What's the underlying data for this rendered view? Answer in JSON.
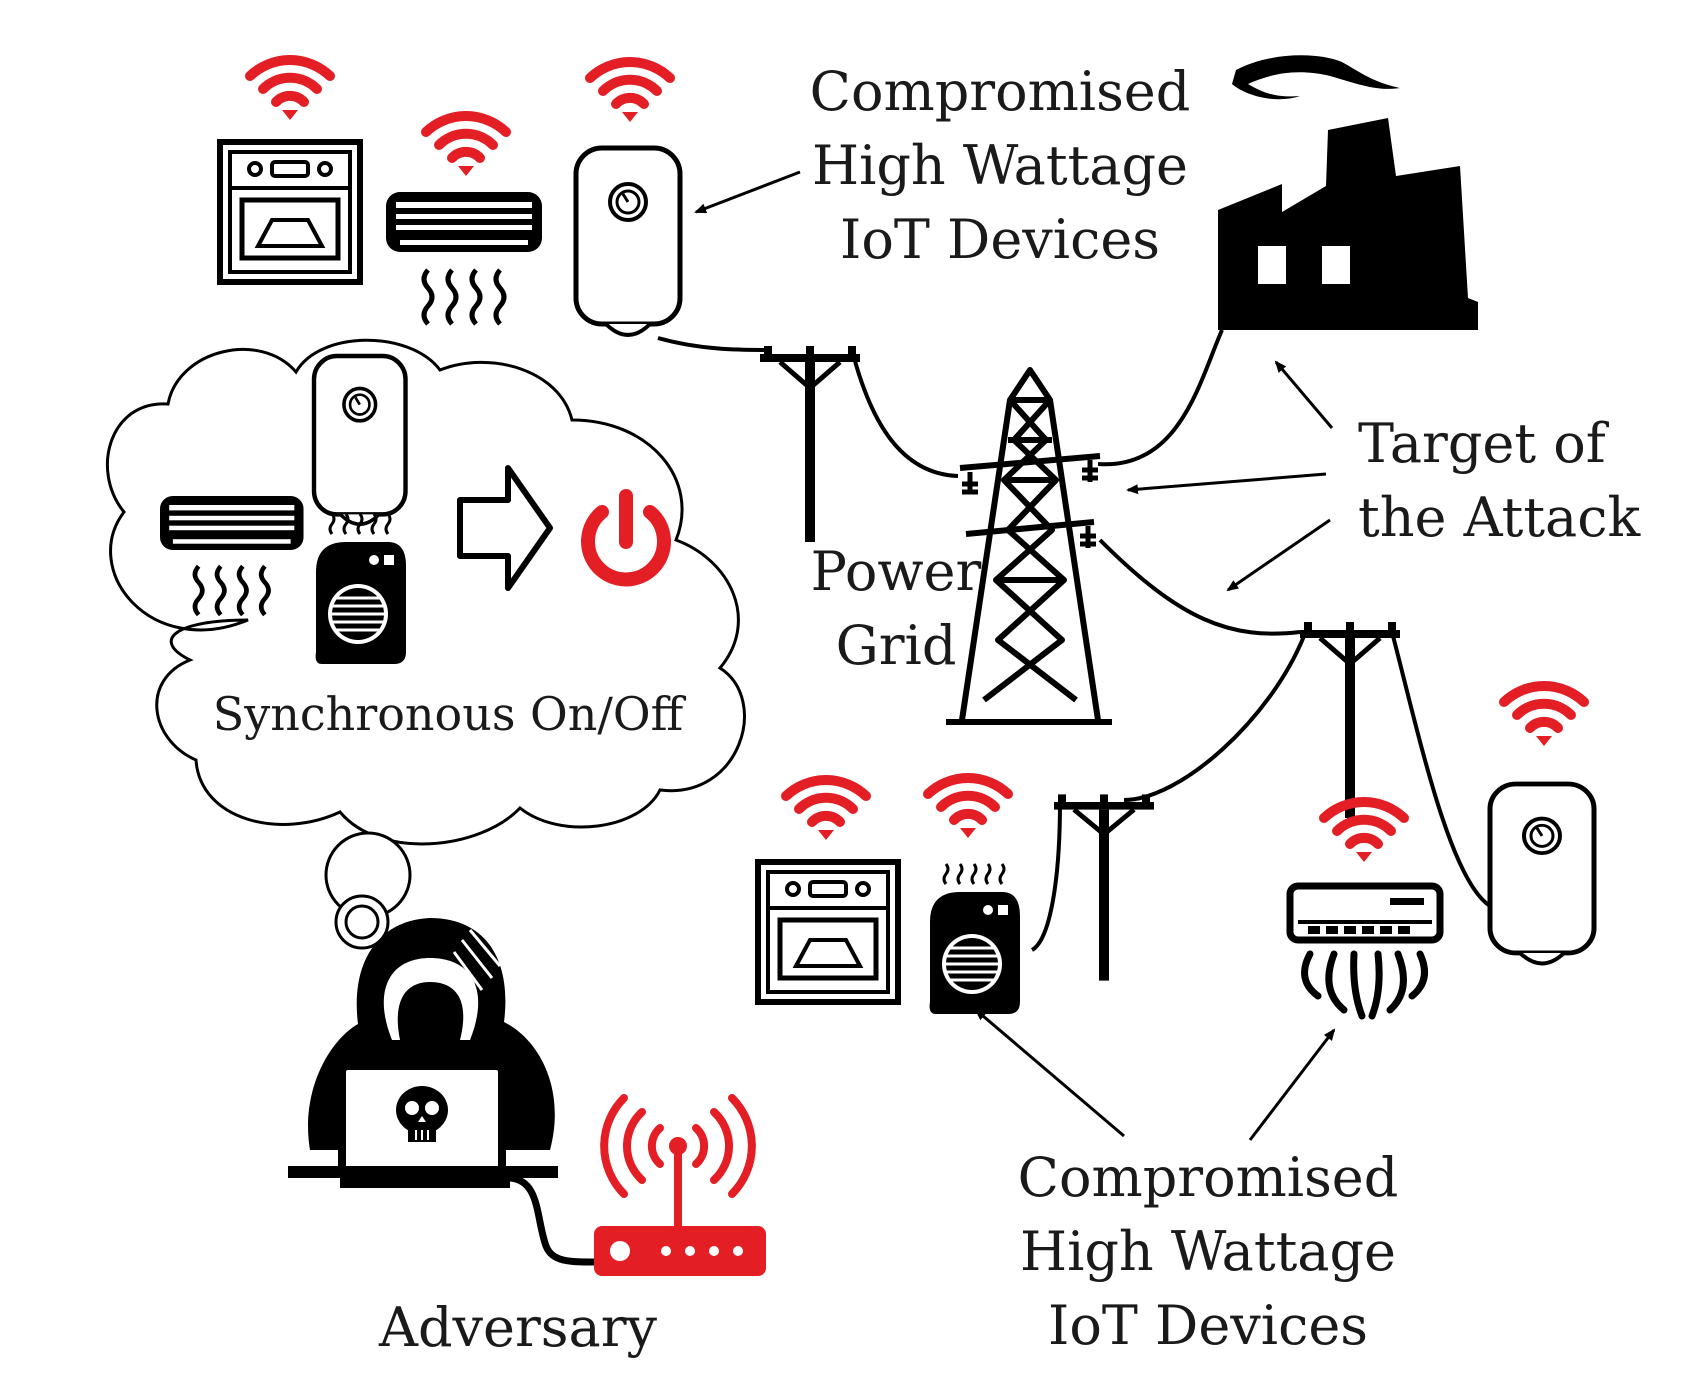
{
  "labels": {
    "top_devices": [
      "Compromised",
      "High Wattage",
      "IoT Devices"
    ],
    "target": [
      "Target of",
      "the Attack"
    ],
    "power_grid": [
      "Power",
      "Grid"
    ],
    "cloud": "Synchronous On/Off",
    "adversary": "Adversary",
    "bottom_devices": [
      "Compromised",
      "High Wattage",
      "IoT Devices"
    ]
  },
  "colors": {
    "accent": "#e31e25",
    "ink": "#000000",
    "text": "#1a1a1a"
  },
  "icons": [
    "wifi-icon",
    "oven-icon",
    "air-conditioner-icon",
    "water-heater-icon",
    "space-heater-icon",
    "power-icon",
    "arrow-right-outline-icon",
    "factory-icon",
    "transmission-tower-icon",
    "utility-pole-icon",
    "hacker-icon",
    "skull-icon",
    "router-icon"
  ]
}
